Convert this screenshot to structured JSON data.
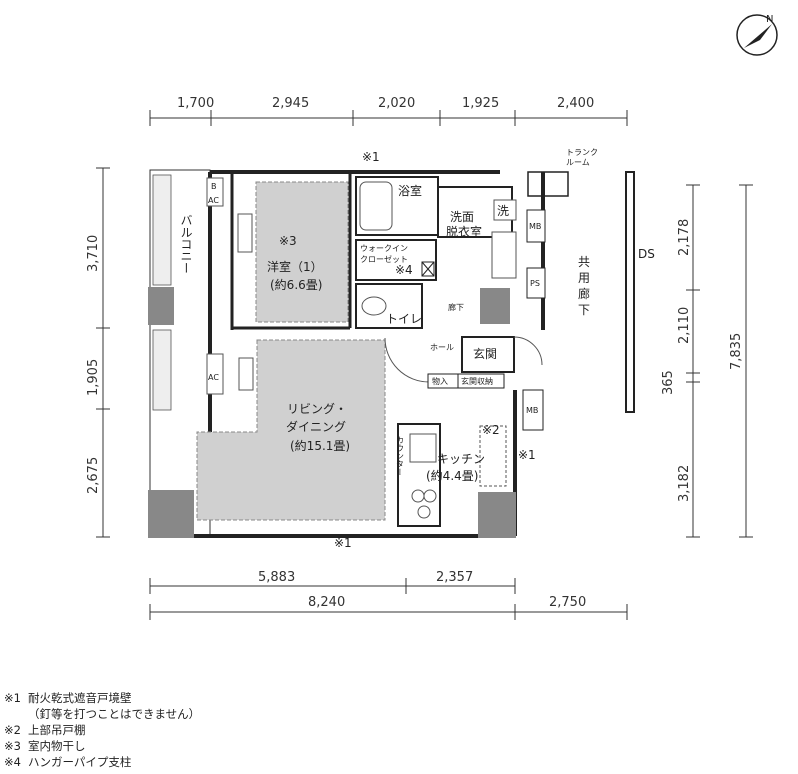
{
  "dims_top": [
    "1,700",
    "2,945",
    "2,020",
    "1,925",
    "2,400"
  ],
  "dims_left": [
    "3,710",
    "1,905",
    "2,675"
  ],
  "dims_right": [
    "2,178",
    "2,110",
    "7,835",
    "365",
    "3,182"
  ],
  "dims_bottom": [
    "5,883",
    "2,357",
    "8,240",
    "2,750"
  ],
  "marks": {
    "m1": "※1",
    "m2": "※2",
    "m3": "※3",
    "m4": "※4"
  },
  "rooms": {
    "balcony": "バルコニー",
    "western_room": "洋室（1）",
    "western_area": "(約6.6畳)",
    "living": "リビング・",
    "dining": "ダイニング",
    "living_area": "(約15.1畳)",
    "kitchen": "キッチン",
    "kitchen_area": "(約4.4畳)",
    "bath": "浴室",
    "washroom1": "洗面",
    "washroom2": "脱衣室",
    "wash_short": "洗",
    "wic1": "ウォークイン",
    "wic2": "クローゼット",
    "toilet": "トイレ",
    "hall": "ホール",
    "corridor": "廊下",
    "entrance": "玄関",
    "storage": "物入",
    "shoe_storage": "玄関収納",
    "trunk1": "トランク",
    "trunk2": "ルーム",
    "shared_corridor": [
      "共",
      "用",
      "廊",
      "下"
    ],
    "ds": "DS",
    "mb": "MB",
    "ps": "PS",
    "b": "B",
    "ac": "AC",
    "counter": "カウンター"
  },
  "compass": "N",
  "notes": [
    {
      "mark": "※1",
      "text": "耐火乾式遮音戸境壁"
    },
    {
      "mark": "",
      "text": "（釘等を打つことはできません）"
    },
    {
      "mark": "※2",
      "text": "上部吊戸棚"
    },
    {
      "mark": "※3",
      "text": "室内物干し"
    },
    {
      "mark": "※4",
      "text": "ハンガーパイプ支柱"
    }
  ]
}
